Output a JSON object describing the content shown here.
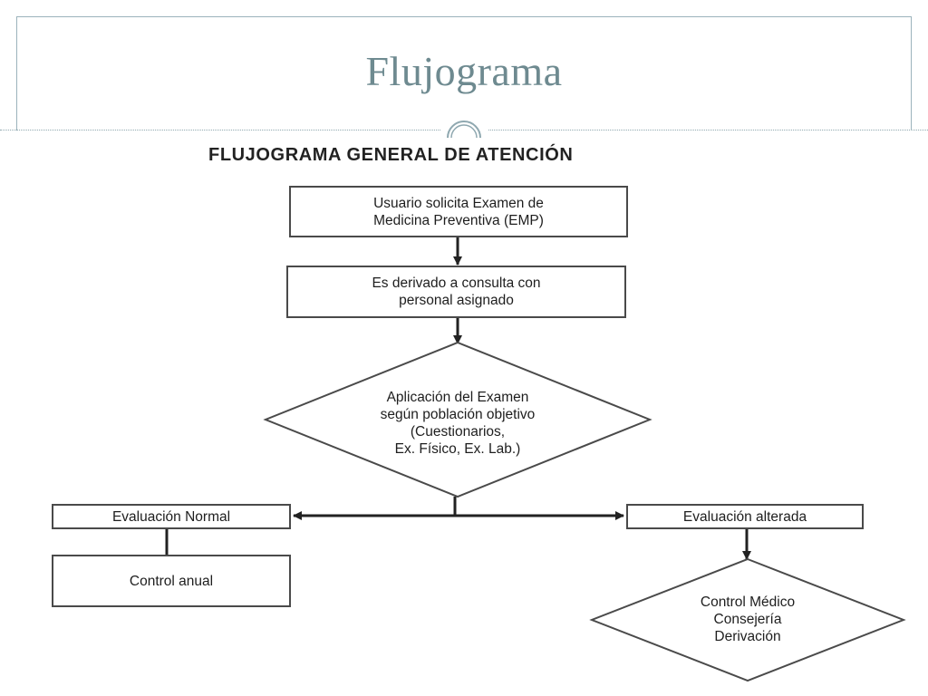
{
  "slide": {
    "title": "Flujograma"
  },
  "diagram": {
    "title": "FLUJOGRAMA GENERAL DE ATENCIÓN",
    "nodes": {
      "request": {
        "line1": "Usuario solicita Examen de",
        "line2": "Medicina Preventiva (EMP)"
      },
      "referral": {
        "line1": "Es derivado a consulta con",
        "line2": "personal asignado"
      },
      "exam": {
        "line1": "Aplicación del Examen",
        "line2": "según población objetivo",
        "line3": "(Cuestionarios,",
        "line4": "Ex. Físico, Ex. Lab.)"
      },
      "normal": {
        "label": "Evaluación Normal"
      },
      "annual": {
        "label": "Control anual"
      },
      "altered": {
        "label": "Evaluación alterada"
      },
      "followup": {
        "line1": "Control Médico",
        "line2": "Consejería",
        "line3": "Derivación"
      }
    }
  },
  "colors": {
    "title": "#6e8a90",
    "frame": "#9bb3bb",
    "stroke": "#4a4a4a"
  }
}
